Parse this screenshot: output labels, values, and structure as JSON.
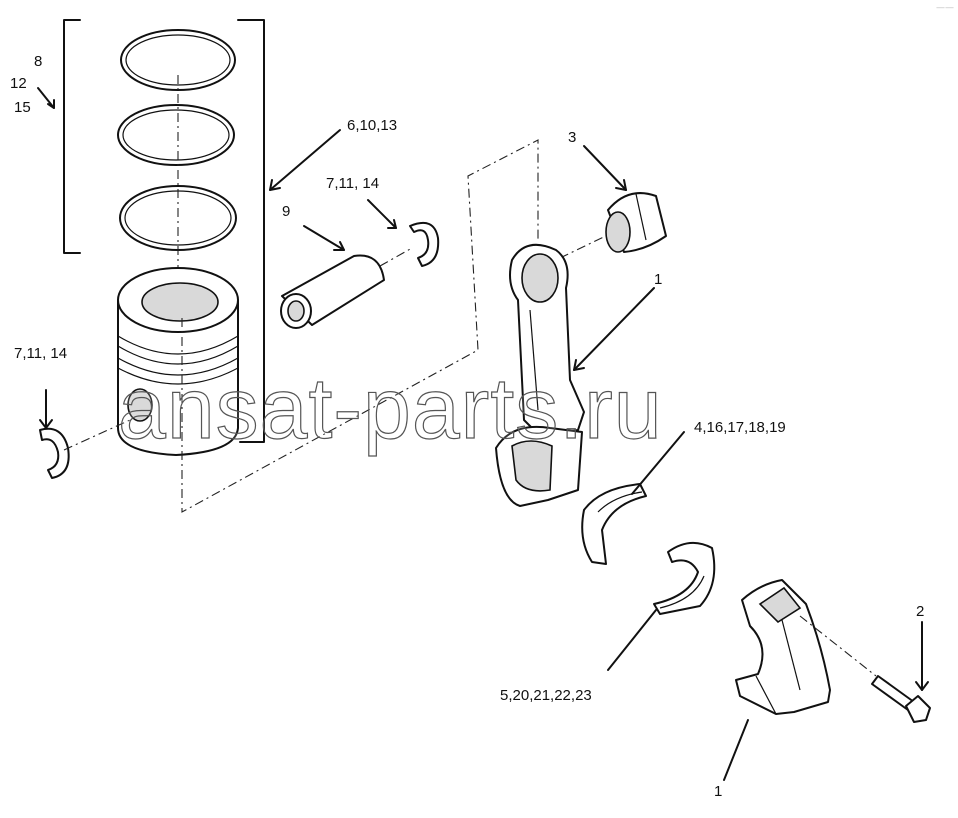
{
  "labels": {
    "rings": [
      "8",
      "12",
      "15"
    ],
    "ring_pin_ref": "6,10,13",
    "pin": "9",
    "snap_ring_right": "7,11, 14",
    "snap_ring_left": "7,11, 14",
    "bushing": "3",
    "rod": "1",
    "bearing_upper": "4,16,17,18,19",
    "bearing_lower": "5,20,21,22,23",
    "bolt": "2",
    "cap": "1"
  },
  "watermark": "ansat-parts.ru",
  "corner_mark": "——"
}
